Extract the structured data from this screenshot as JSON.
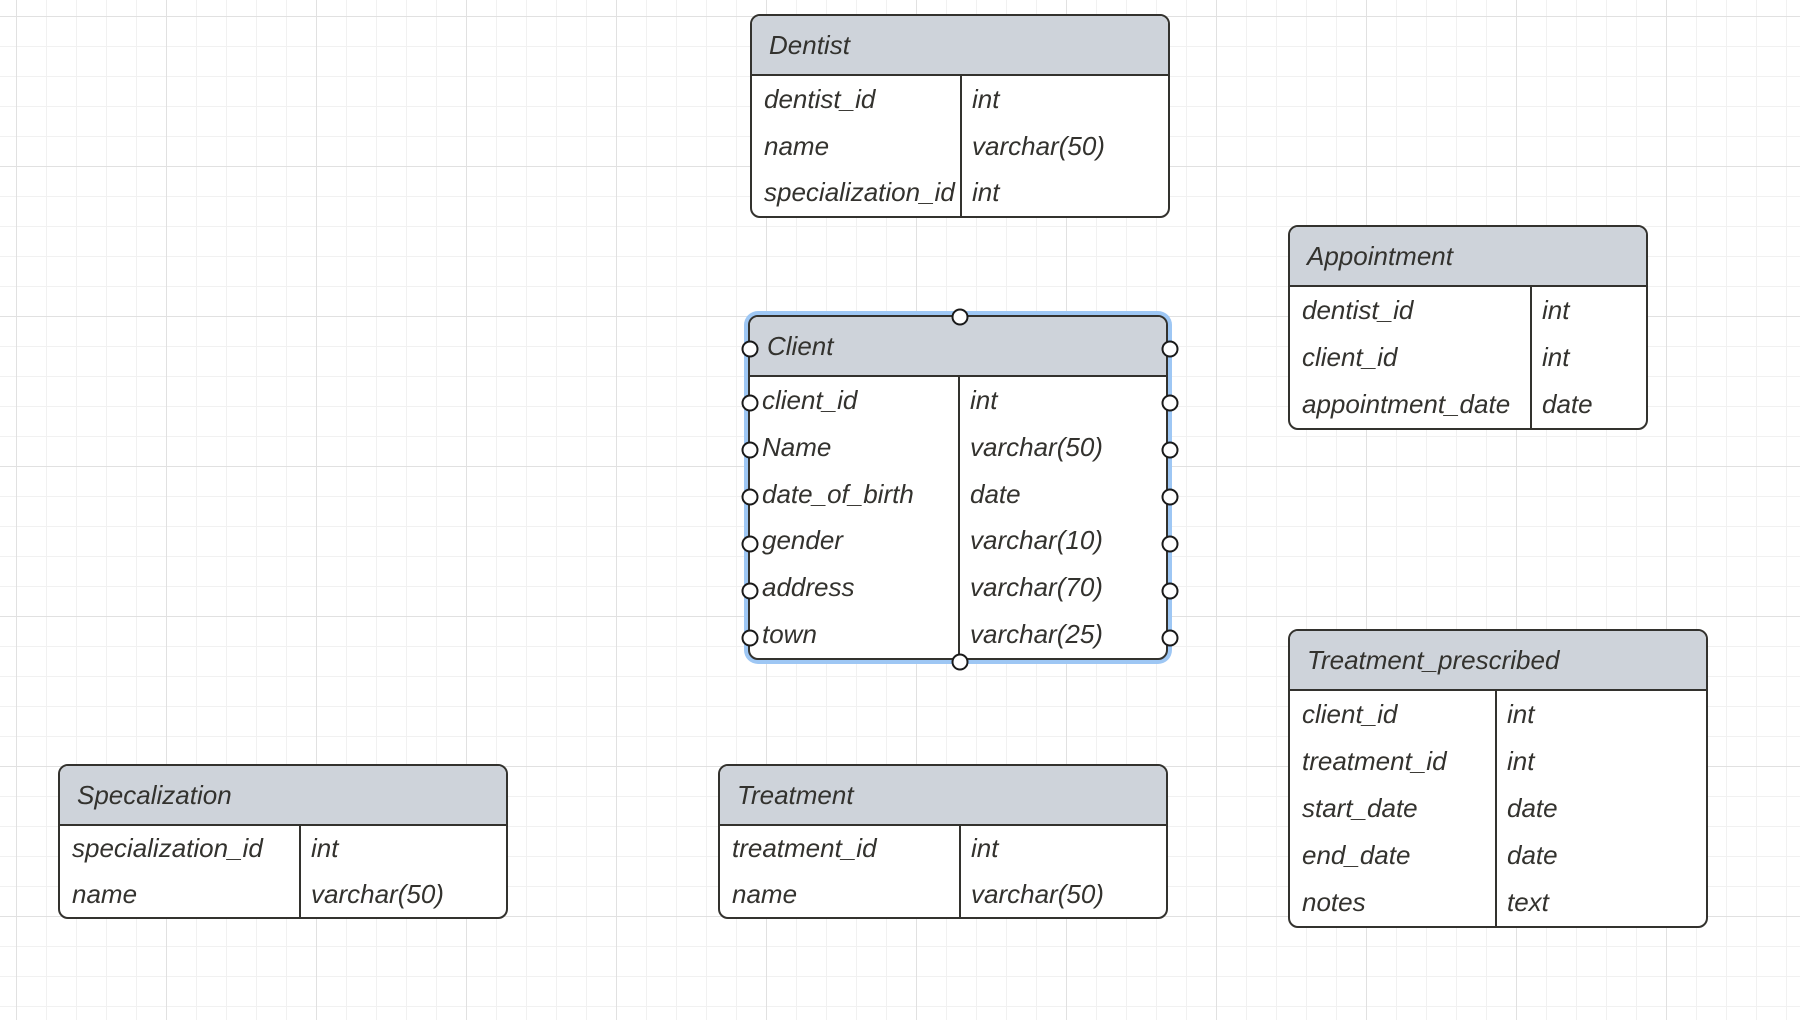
{
  "app": {
    "view": "er-diagram-canvas"
  },
  "selection": {
    "selected_table": "Client"
  },
  "colors": {
    "canvas_background": "#ffffff",
    "grid_minor": "#f1f1f1",
    "grid_major": "#e1e1e1",
    "table_header_fill": "#ced3da",
    "table_border": "#33322e",
    "table_text": "#33322e",
    "selection_outline": "#9ec7f4",
    "handle_fill": "#ffffff",
    "handle_border": "#1a1a1a"
  },
  "diagram": {
    "tables": [
      {
        "name": "Dentist",
        "selected": false,
        "columns": [
          {
            "field": "dentist_id",
            "type": "int"
          },
          {
            "field": "name",
            "type": "varchar(50)"
          },
          {
            "field": "specialization_id",
            "type": "int"
          }
        ]
      },
      {
        "name": "Appointment",
        "selected": false,
        "columns": [
          {
            "field": "dentist_id",
            "type": "int"
          },
          {
            "field": "client_id",
            "type": "int"
          },
          {
            "field": "appointment_date",
            "type": "date"
          }
        ]
      },
      {
        "name": "Client",
        "selected": true,
        "columns": [
          {
            "field": "client_id",
            "type": "int"
          },
          {
            "field": "Name",
            "type": "varchar(50)"
          },
          {
            "field": "date_of_birth",
            "type": "date"
          },
          {
            "field": "gender",
            "type": "varchar(10)"
          },
          {
            "field": "address",
            "type": "varchar(70)"
          },
          {
            "field": "town",
            "type": "varchar(25)"
          }
        ]
      },
      {
        "name": "Treatment_prescribed",
        "selected": false,
        "columns": [
          {
            "field": "client_id",
            "type": "int"
          },
          {
            "field": "treatment_id",
            "type": "int"
          },
          {
            "field": "start_date",
            "type": "date"
          },
          {
            "field": "end_date",
            "type": "date"
          },
          {
            "field": "notes",
            "type": "text"
          }
        ]
      },
      {
        "name": "Specalization",
        "selected": false,
        "columns": [
          {
            "field": "specialization_id",
            "type": "int"
          },
          {
            "field": "name",
            "type": "varchar(50)"
          }
        ]
      },
      {
        "name": "Treatment",
        "selected": false,
        "columns": [
          {
            "field": "treatment_id",
            "type": "int"
          },
          {
            "field": "name",
            "type": "varchar(50)"
          }
        ]
      }
    ]
  }
}
